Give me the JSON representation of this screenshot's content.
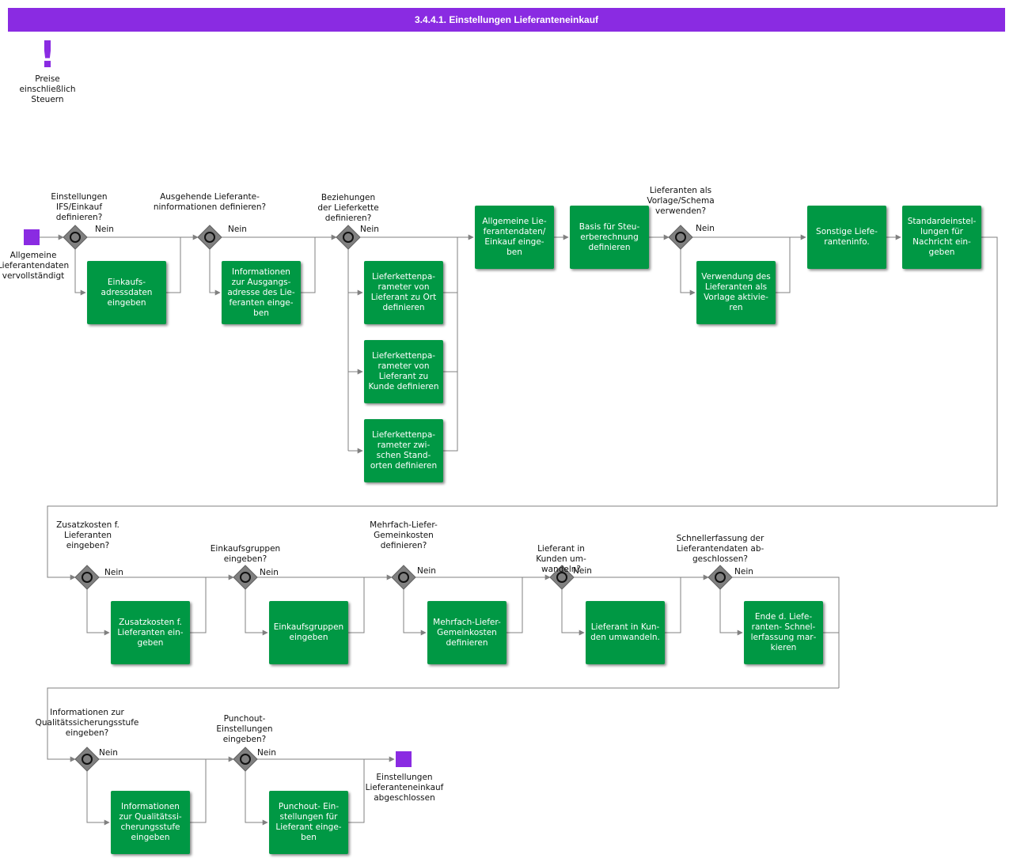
{
  "title": "3.4.4.1. Einstellungen Lieferanteneinkauf",
  "note": {
    "icon": "exclamation-icon",
    "text": "Preise einschließlich Steuern"
  },
  "start_event": "Allgemeine Lieferantendaten vervollständigt",
  "end_event": "Einstellungen Lieferanteneinkauf abgeschlossen",
  "no_label": "Nein",
  "colors": {
    "header": "#8a2be2",
    "task": "#009844",
    "event": "#8a2be2",
    "gateway": "#808080",
    "connector": "#808080"
  },
  "gateways": {
    "g1": "Einstellungen IFS/Einkauf definieren?",
    "g2": "Ausgehende Lieferante­ninformationen definie­ren?",
    "g3": "Beziehungen der Lieferket­te definieren?",
    "g4": "Lieferanten als Vorlage/Schema verwenden?",
    "g5": "Zusatzkosten f. Lieferan­ten einge­ben?",
    "g6": "Einkaufsgruppen eingeben?",
    "g7": "Mehrfach-Lie­fer- Gemein­kosten defi­nieren?",
    "g8": "Lieferant in Kunden um­wandeln?",
    "g9": "Schnellerfassung der Lieferantendaten ab­geschlossen?",
    "g10": "Informationen zur Qualitätssicherungsstufe eingeben?",
    "g11": "Punchout-Einstellungen eingeben?"
  },
  "tasks": {
    "t1": "Einkaufs­adressdaten eingeben",
    "t2": "Informationen zur Ausgangs­adresse des Lie­feranten einge­ben",
    "t3": "Lieferkettenpa­rameter von Lieferant zu Ort definieren",
    "t4": "Lieferkettenpa­rameter von Lieferant zu Kunde definie­ren",
    "t5": "Lieferkettenpa­rameter zwi­schen Stand­orten definie­ren",
    "t6": "Allgemeine Lie­ferantendaten/ Einkauf einge­ben",
    "t7": "Basis für Steu­erberechnung definieren",
    "t8": "Verwendung des Lieferanten als Vorlage aktivie­ren",
    "t9": "Sonstige Liefe­ranteninfo.",
    "t10": "Standardeinstel­lungen für Nachricht ein­geben",
    "t11": "Zusatzkosten f. Lieferanten ein­geben",
    "t12": "Einkaufsgruppen eingeben",
    "t13": "Mehrfach-Liefer-Gemeinkosten definieren",
    "t14": "Lieferant in Kun­den umwandeln.",
    "t15": "Ende d. Liefe­ranten- Schnel­lerfassung mar­kieren",
    "t16": "Informationen zur Qualitätssi­cherungsstufe eingeben",
    "t17": "Punchout- Ein­stellungen für Lieferant einge­ben"
  }
}
